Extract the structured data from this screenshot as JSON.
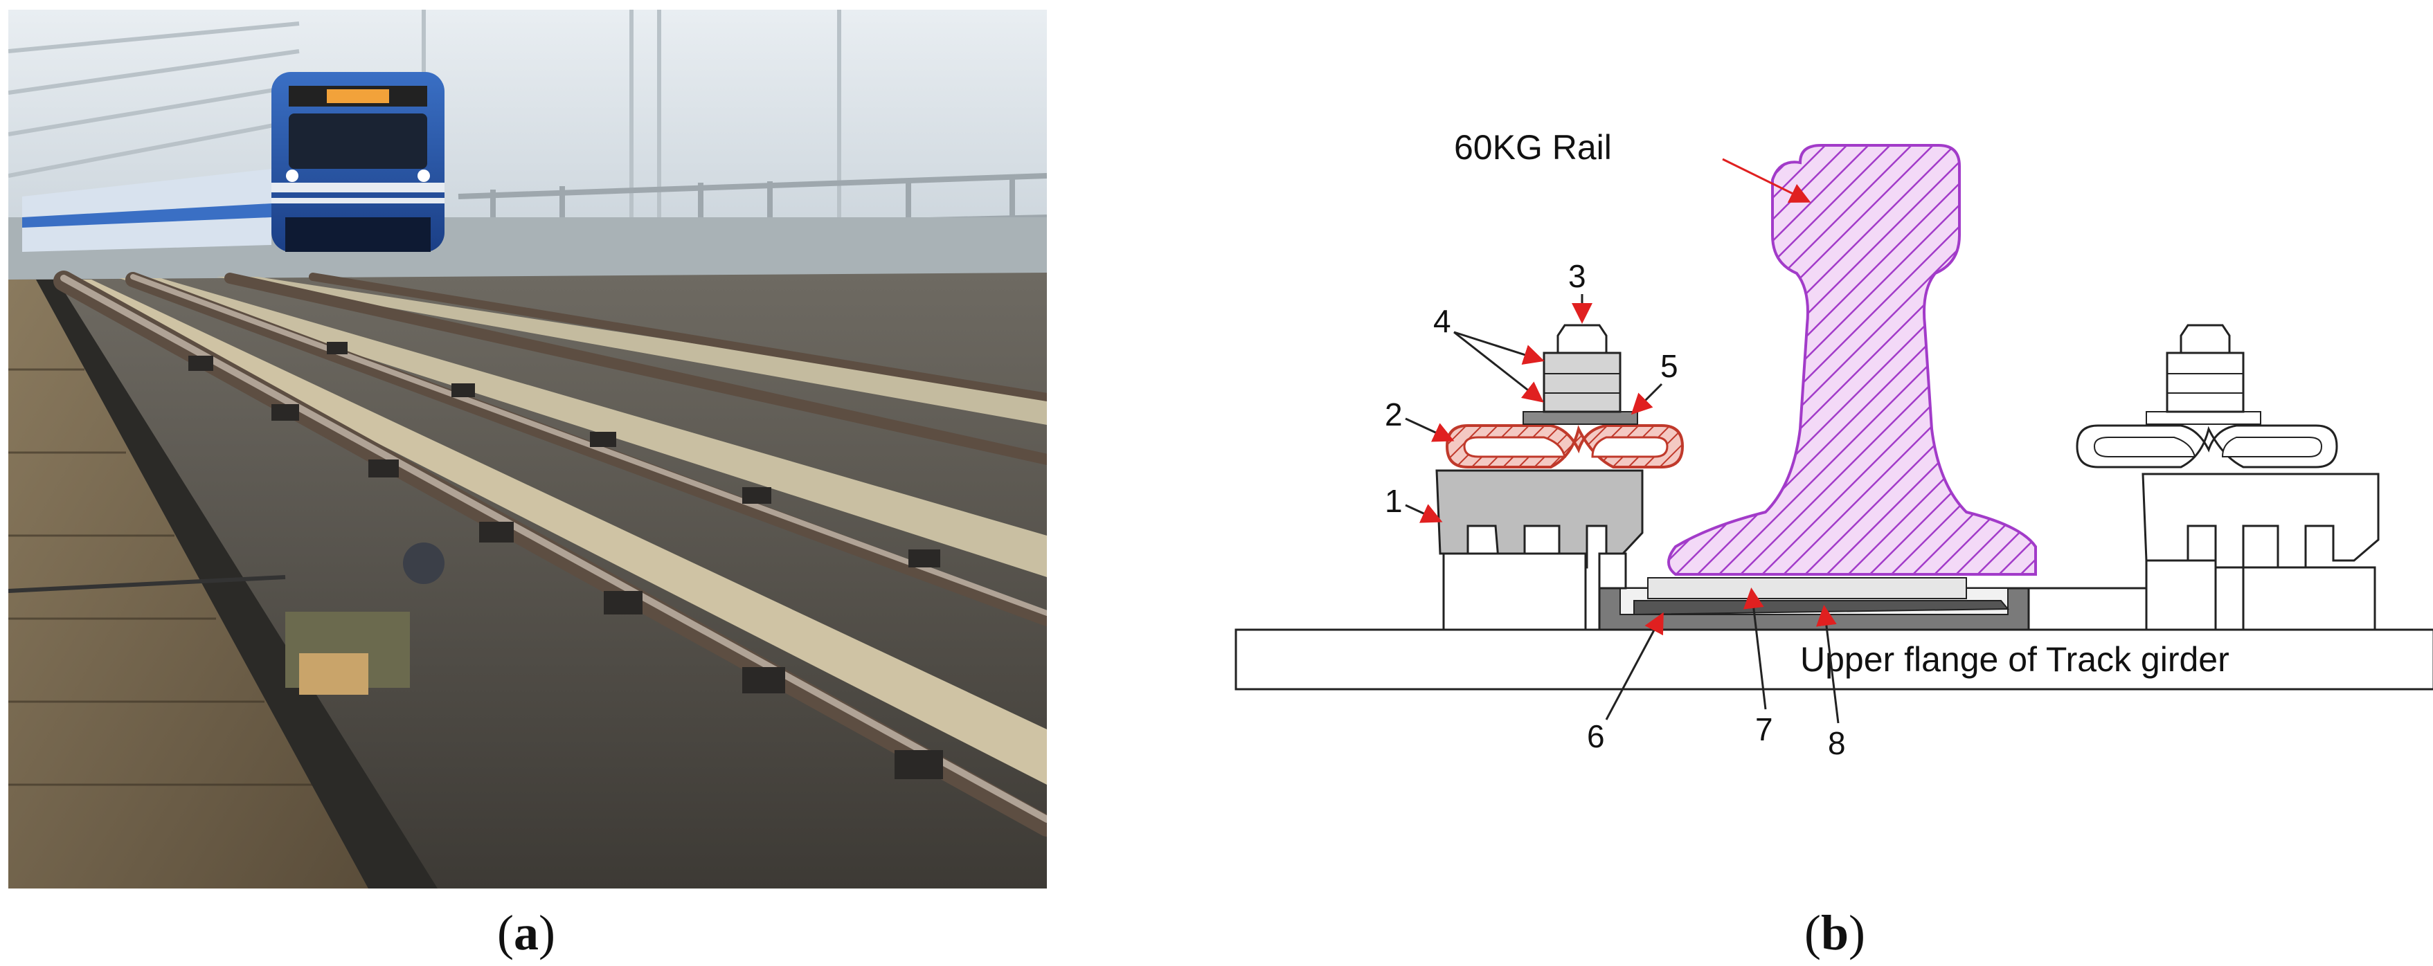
{
  "panels": [
    {
      "id": "a",
      "caption_letter": "a",
      "kind": "photo"
    },
    {
      "id": "b",
      "caption_letter": "b",
      "kind": "diagram"
    }
  ],
  "photo": {
    "train_destination_sign": ""
  },
  "diagram": {
    "rail_label": "60KG Rail",
    "girder_label": "Upper flange of Track girder",
    "part_numbers": [
      "1",
      "2",
      "3",
      "4",
      "5",
      "6",
      "7",
      "8"
    ],
    "colors": {
      "rail_hatch": "#a23bc9",
      "rail_fill": "#f3d9f7",
      "clip_hatch": "#c0392b",
      "clip_fill": "#f4c9c3",
      "plate_gray": "#bdbdbd",
      "dark_gray": "#7a7a7a",
      "arrow_red": "#e02020"
    }
  }
}
